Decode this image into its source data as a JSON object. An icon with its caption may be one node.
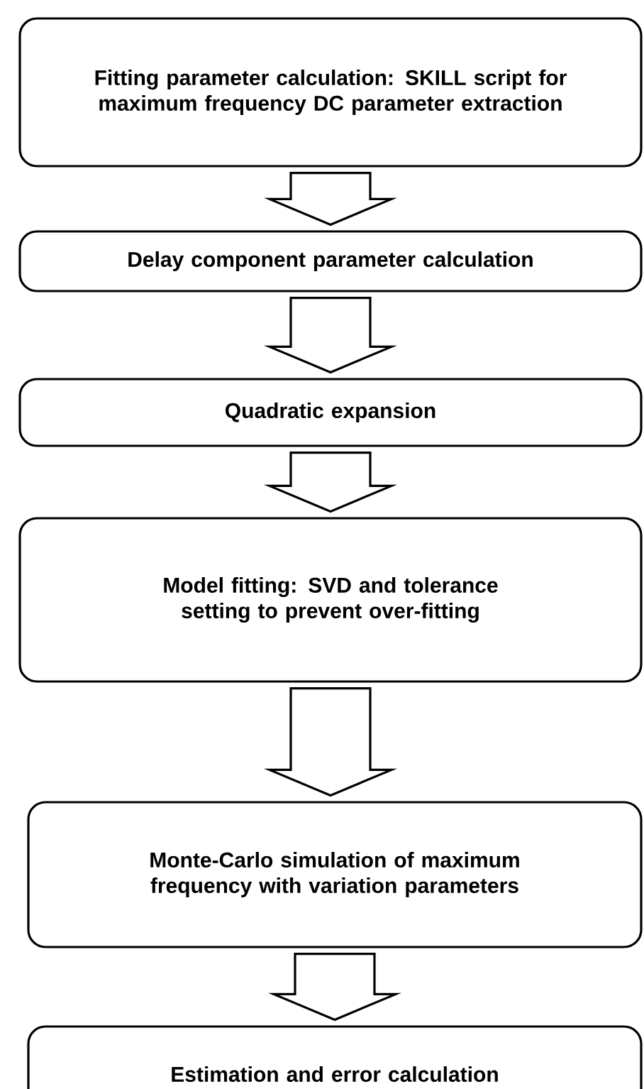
{
  "diagram": {
    "nodes": [
      {
        "text": [
          "Fitting parameter calculation: SKILL script for maximum frequency DC parameter extraction"
        ]
      },
      {
        "text": [
          "Delay component parameter calculation"
        ]
      },
      {
        "text": [
          "Quadratic expansion"
        ]
      },
      {
        "text": [
          "Model fitting: SVD and tolerance setting to prevent over-fitting"
        ]
      },
      {
        "text": [
          "Monte-Carlo simulation of maximum frequency with variation parameters"
        ]
      },
      {
        "text": [
          "Estimation and error calculation"
        ]
      }
    ],
    "edges": [
      {
        "from": 0,
        "to": 1,
        "arrow": "to"
      },
      {
        "from": 1,
        "to": 2,
        "arrow": "to"
      },
      {
        "from": 2,
        "to": 3,
        "arrow": "to"
      },
      {
        "from": 3,
        "to": 4,
        "arrow": "to"
      },
      {
        "from": 4,
        "to": 5,
        "arrow": "to"
      }
    ]
  }
}
